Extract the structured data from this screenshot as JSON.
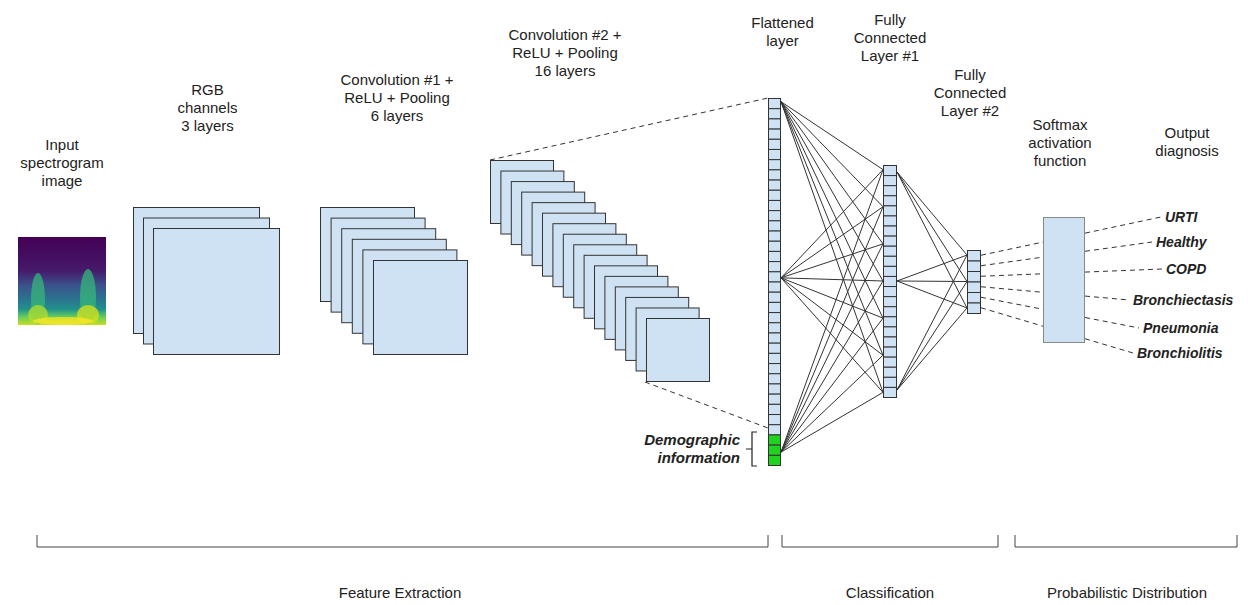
{
  "diagram": {
    "nodes": [
      {
        "text": [
          "Input spectrogram image"
        ]
      },
      {
        "text": [
          "RGB channels 3 layers"
        ]
      },
      {
        "text": [
          "Convolution #1 + ReLU + Pooling 6 layers"
        ]
      },
      {
        "text": [
          "Convolution #2 + ReLU + Pooling 16 layers"
        ]
      },
      {
        "text": [
          "Flattened layer"
        ]
      },
      {
        "text": [
          "Fully Connected Layer #1"
        ]
      },
      {
        "text": [
          "Fully Connected Layer #2"
        ]
      },
      {
        "text": [
          "Softmax activation function"
        ]
      }
    ],
    "edges": [
      {
        "from": 3,
        "to": 4,
        "arrow": "none"
      },
      {
        "from": 4,
        "to": 5,
        "arrow": "none"
      },
      {
        "from": 5,
        "to": 6,
        "arrow": "none"
      },
      {
        "from": 6,
        "to": 7,
        "arrow": "none"
      }
    ],
    "labels": [
      "Output diagnosis",
      "URTI",
      "Healthy",
      "COPD",
      "Bronchiectasis",
      "Pneumonia",
      "Bronchiolitis",
      "Demographic information",
      "Feature Extraction",
      "Classification",
      "Probabilistic Distribution"
    ]
  }
}
